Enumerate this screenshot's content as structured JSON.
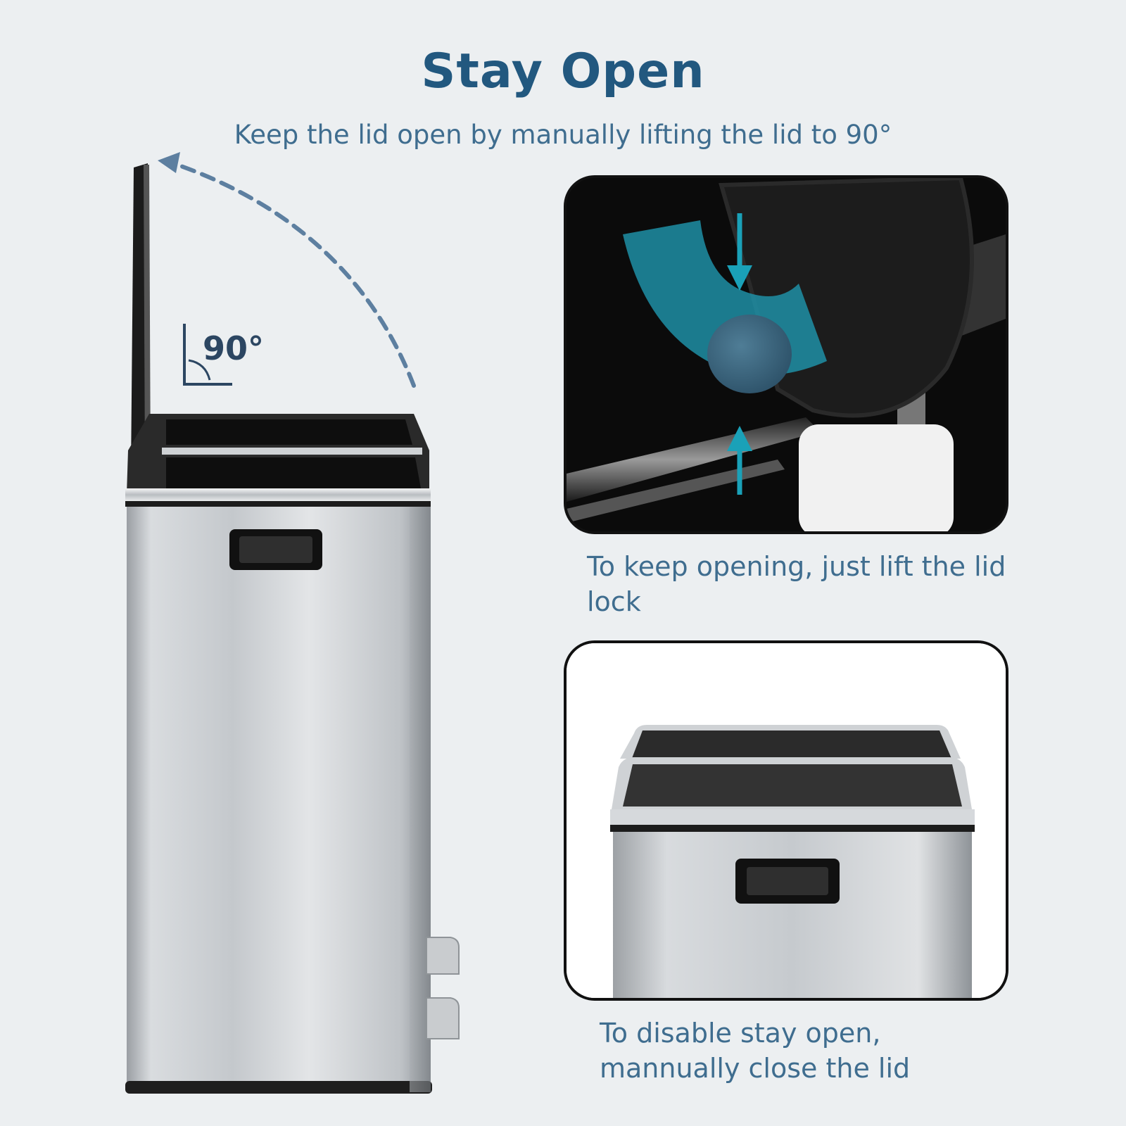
{
  "header": {
    "title": "Stay Open",
    "subtitle": "Keep the lid open by manually lifting the lid to 90°"
  },
  "angle_label": "90°",
  "captions": {
    "lid_lock": "To keep opening, just lift the lid lock",
    "disable": "To disable stay open, mannually close the lid"
  },
  "colors": {
    "background": "#eceff1",
    "title": "#22587f",
    "text": "#3f6d8f",
    "accent_arrow": "#5d7fa0",
    "highlight": "#1f8fa6"
  },
  "icons": {
    "arrow": "curved-dashed-arrow-icon",
    "angle": "right-angle-icon"
  }
}
